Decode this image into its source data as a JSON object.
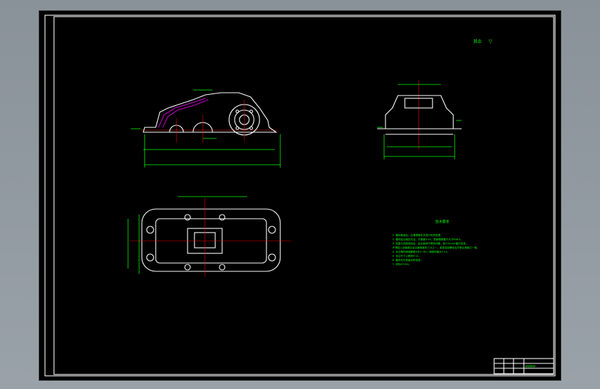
{
  "drawing": {
    "roughness_label": "其余",
    "roughness_symbol": "▽",
    "notes_title": "技术要求",
    "notes": [
      "1. 箱体铸造后，应清理铸件并进行时效处理。",
      "2. 箱体结合面应光洁，平面度0.05，表面粗糙度不大于Ra6.3。",
      "3. 机盖与机座连接后，结合面间不得有间隙，用0.05mm塞尺检查。",
      "   不得插入深度超过结合面宽度的三分之一，各部连接螺栓应拧紧且紧固力一致。",
      "4. 未注明的铸造圆角为R3~R5，铸造斜度为1:10。",
      "5. 未注尺寸公差按IT12。",
      "6. 箱体内外表面涂防锈漆。",
      "7. 材料HT200。"
    ],
    "title_block_label": "减速器箱体"
  }
}
